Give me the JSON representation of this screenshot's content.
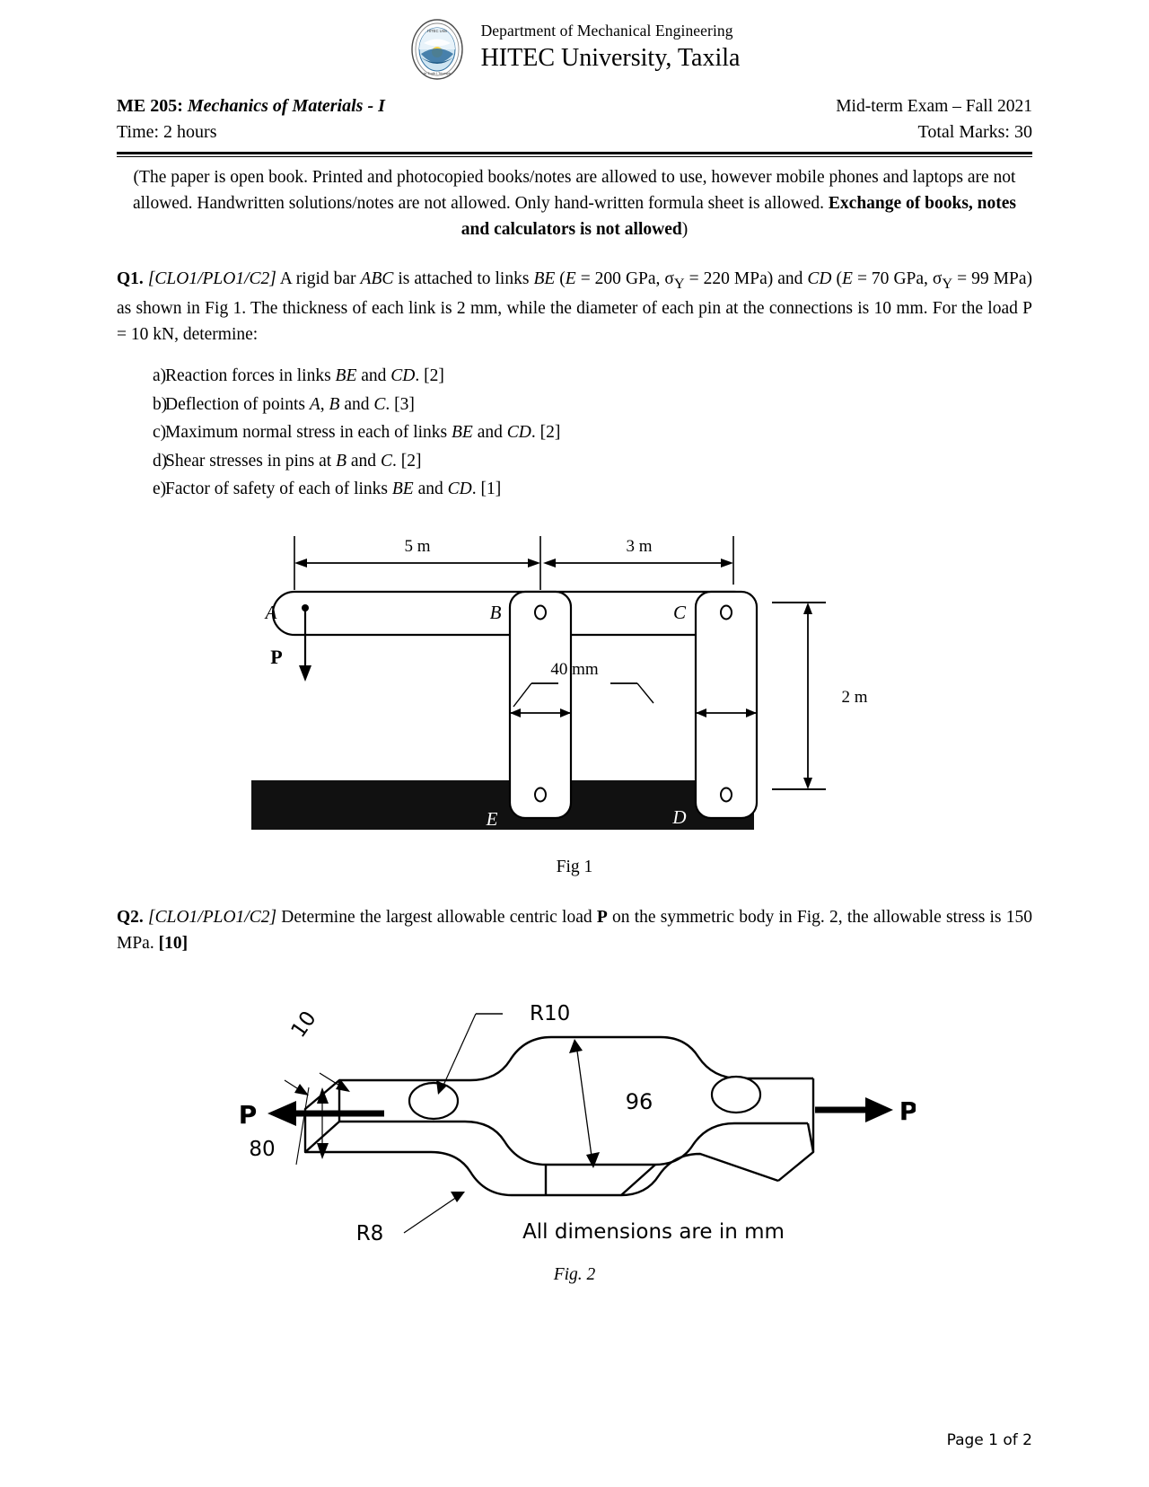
{
  "header": {
    "logo_icon": "university-seal-icon",
    "department": "Department of Mechanical Engineering",
    "university": "HITEC University, Taxila"
  },
  "course": {
    "code": "ME 205:",
    "title": "Mechanics of Materials - I",
    "exam": "Mid-term  Exam – Fall 2021",
    "time": "Time: 2 hours",
    "marks": "Total Marks: 30"
  },
  "instructions": {
    "part1": "(The paper is open book. Printed and photocopied books/notes are allowed to use, however mobile phones and laptops are not allowed. Handwritten solutions/notes are not allowed. Only hand-written formula sheet is allowed. ",
    "bold": "Exchange of books, notes and calculators is not allowed",
    "part2": ")"
  },
  "q1": {
    "number": "Q1.",
    "clo": "[CLO1/PLO1/C2]",
    "text_a": " A rigid bar ",
    "abc": "ABC",
    "text_b": " is attached to links ",
    "be": "BE",
    "text_c": " (",
    "e1": "E",
    "text_d": " = 200 GPa, σ",
    "sub_y1": "Y",
    "text_e": " = 220 MPa) and ",
    "cd": "CD",
    "text_f": " (",
    "e2": "E",
    "text_g": " = 70 GPa, σ",
    "sub_y2": "Y",
    "text_h": " = 99 MPa) as shown in Fig 1. The thickness of each link is 2 mm, while the diameter of each pin at the connections is 10 mm. For the load P = 10 kN, determine:",
    "items": [
      {
        "marker": "a)",
        "pre": "Reaction forces in links ",
        "em1": "BE",
        "mid": " and ",
        "em2": "CD",
        "post": ". [2]"
      },
      {
        "marker": "b)",
        "pre": "Deflection of points ",
        "em1": "A",
        "mid": ", ",
        "em2": "B",
        "post": " and ",
        "em3": "C",
        "post2": ". [3]"
      },
      {
        "marker": "c)",
        "pre": "Maximum normal stress in each of links ",
        "em1": "BE",
        "mid": " and ",
        "em2": "CD",
        "post": ". [2]"
      },
      {
        "marker": "d)",
        "pre": "Shear stresses in pins at ",
        "em1": "B",
        "mid": " and ",
        "em2": "C",
        "post": ". [2]"
      },
      {
        "marker": "e)",
        "pre": "Factor of safety of each of links ",
        "em1": "BE",
        "mid": " and ",
        "em2": "CD",
        "post": ". [1]"
      }
    ]
  },
  "fig1": {
    "caption": "Fig 1",
    "labels": {
      "dim_left": "5 m",
      "dim_right": "3 m",
      "point_a": "A",
      "point_b": "B",
      "point_c": "C",
      "point_d": "D",
      "point_e": "E",
      "load_p": "P",
      "link_width": "40 mm",
      "height": "2 m"
    }
  },
  "q2": {
    "number": "Q2.",
    "clo": "[CLO1/PLO1/C2]",
    "text_a": " Determine the largest allowable centric load ",
    "p": "P",
    "text_b": " on the symmetric body in Fig. 2, the allowable stress is 150 MPa. ",
    "marks": "[10]"
  },
  "fig2": {
    "caption": "Fig. 2",
    "labels": {
      "r10": "R10",
      "r8": "R8",
      "thickness": "10",
      "width_80": "80",
      "width_96": "96",
      "load_left": "P",
      "load_right": "P",
      "note": "All dimensions are in mm"
    }
  },
  "footer": {
    "page": "Page 1 of 2"
  }
}
